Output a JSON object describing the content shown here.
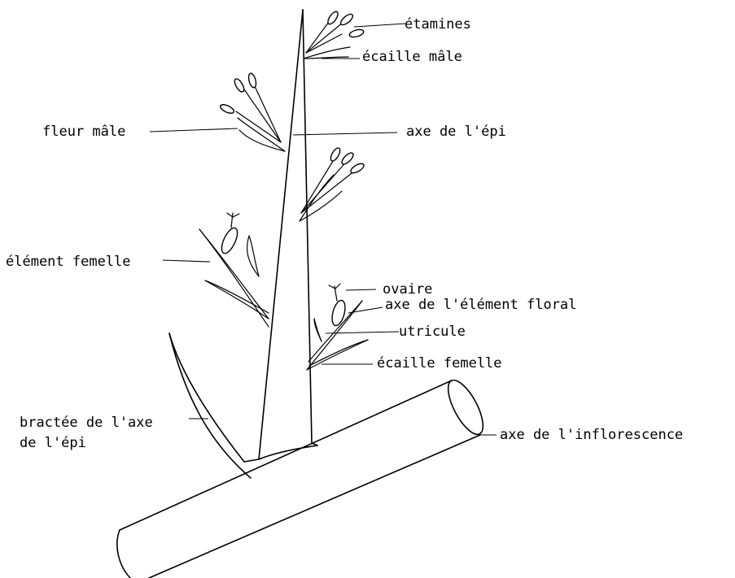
{
  "labels": {
    "etamines": "étamines",
    "ecaille_male": "écaille mâle",
    "fleur_male": "fleur mâle",
    "axe_epi": "axe de l'épi",
    "element_femelle": "élément femelle",
    "ovaire": "ovaire",
    "axe_element_floral": "axe de l'élément floral",
    "utricule": "utricule",
    "ecaille_femelle": "écaille femelle",
    "bractee_line1": "bractée de l'axe",
    "bractee_line2": "de l'épi",
    "axe_inflorescence": "axe de l'inflorescence"
  }
}
